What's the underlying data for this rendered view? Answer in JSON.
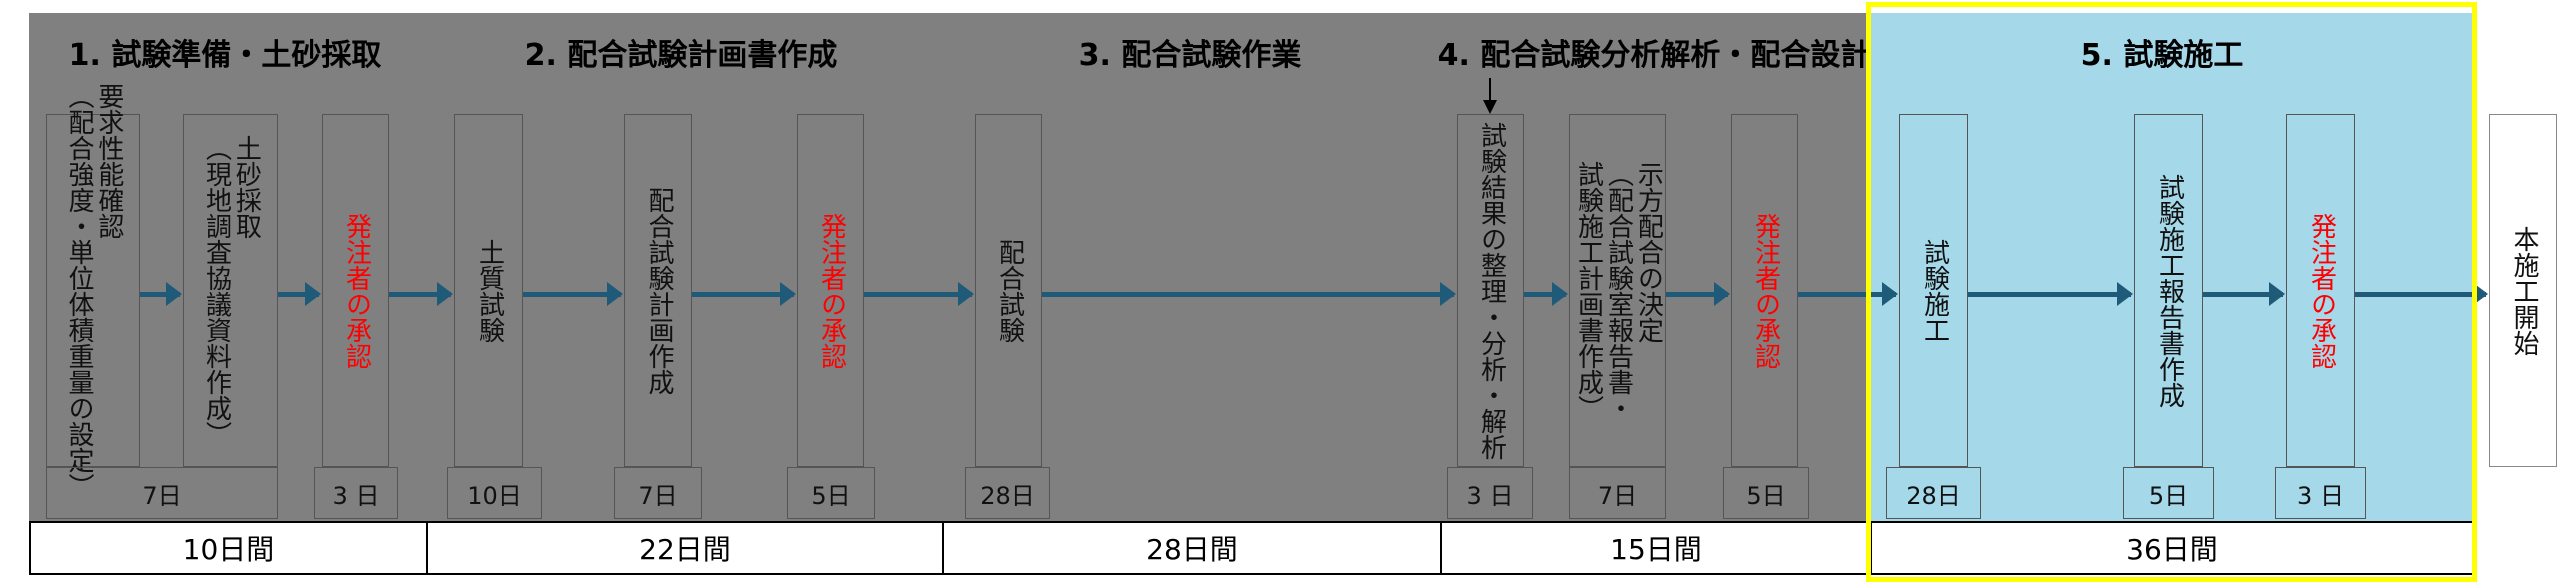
{
  "phases": [
    {
      "title": "1. 試験準備・土砂採取",
      "total": "10日間"
    },
    {
      "title": "2. 配合試験計画書作成",
      "total": "22日間"
    },
    {
      "title": "3. 配合試験作業",
      "total": "28日間"
    },
    {
      "title": "4. 配合試験分析解析・配合設計",
      "total": "15日間"
    },
    {
      "title": "5. 試験施工",
      "total": "36日間"
    }
  ],
  "steps": [
    {
      "label": "要求性能確認\n（配合強度・単位体積重量の設定）"
    },
    {
      "label": "土砂採取\n（現地調査協議資料作成）"
    },
    {
      "label": "発注者の承認"
    },
    {
      "label": "土質試験"
    },
    {
      "label": "配合試験計画作成"
    },
    {
      "label": "発注者の承認"
    },
    {
      "label": "配合試験"
    },
    {
      "label": "試験結果の整理・分析・解析"
    },
    {
      "label": "示方配合の決定\n（配合試験室報告書・\n試験施工計画書作成）"
    },
    {
      "label": "発注者の承認"
    },
    {
      "label": "試験施工"
    },
    {
      "label": "試験施工報告書作成"
    },
    {
      "label": "発注者の承認"
    },
    {
      "label": "本施工開始"
    }
  ],
  "durations": [
    "7日",
    "3 日",
    "10日",
    "7日",
    "5日",
    "28日",
    "3 日",
    "7日",
    "5日",
    "28日",
    "5日",
    "3 日"
  ],
  "colors": {
    "phase_bg": "#808080",
    "highlight_bg": "#a5d9ea",
    "highlight_border": "#ffff00",
    "arrow": "#1f5a78",
    "approval_text": "#ff0000"
  }
}
